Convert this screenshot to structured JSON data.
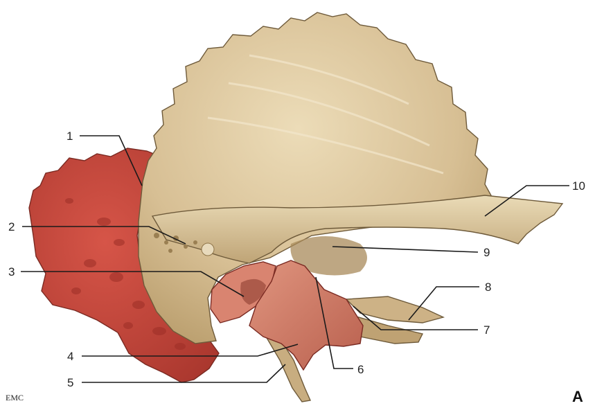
{
  "figure": {
    "panel_letter": "A",
    "logo_text": "EMC",
    "callouts": [
      {
        "id": "c1",
        "label": "1"
      },
      {
        "id": "c2",
        "label": "2"
      },
      {
        "id": "c3",
        "label": "3"
      },
      {
        "id": "c4",
        "label": "4"
      },
      {
        "id": "c5",
        "label": "5"
      },
      {
        "id": "c6",
        "label": "6"
      },
      {
        "id": "c7",
        "label": "7"
      },
      {
        "id": "c8",
        "label": "8"
      },
      {
        "id": "c9",
        "label": "9"
      },
      {
        "id": "c10",
        "label": "10"
      }
    ]
  },
  "colors": {
    "background": "#ffffff",
    "squama_bone": "#d9c29a",
    "bone_shadow": "#b79c6c",
    "mastoid_red": "#c8483d",
    "tympanic_pink": "#cf7c68",
    "styloid": "#c8ad80",
    "leader_line": "#1a1a1a"
  }
}
